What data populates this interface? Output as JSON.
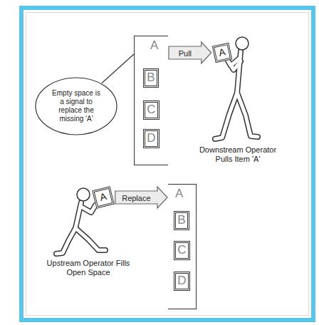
{
  "diagram": {
    "nodes": [
      {
        "text": [
          "A"
        ]
      },
      {
        "text": [
          "B"
        ],
        "in": 0
      },
      {
        "text": [
          "C"
        ],
        "in": 0
      },
      {
        "text": [
          "D"
        ],
        "in": 0
      },
      {
        "text": [
          "Empty space is a signal to replace the missing 'A'"
        ]
      },
      {
        "text": [
          "A"
        ]
      },
      {
        "text": [
          "A"
        ]
      },
      {
        "text": [
          "A"
        ]
      },
      {
        "text": [
          "B"
        ],
        "in": 7
      },
      {
        "text": [
          "C"
        ],
        "in": 7
      },
      {
        "text": [
          "D"
        ],
        "in": 7
      }
    ],
    "edges": [
      {
        "from": 0,
        "to": 5,
        "label": "Pull",
        "arrow": "to"
      },
      {
        "from": 4,
        "to": 0,
        "arrow": "none"
      },
      {
        "from": 6,
        "to": 7,
        "label": "Replace",
        "arrow": "to"
      }
    ],
    "labels": [
      "Downstream Operator Pulls Item 'A'",
      "Upstream Operator Fills Open Space"
    ]
  }
}
